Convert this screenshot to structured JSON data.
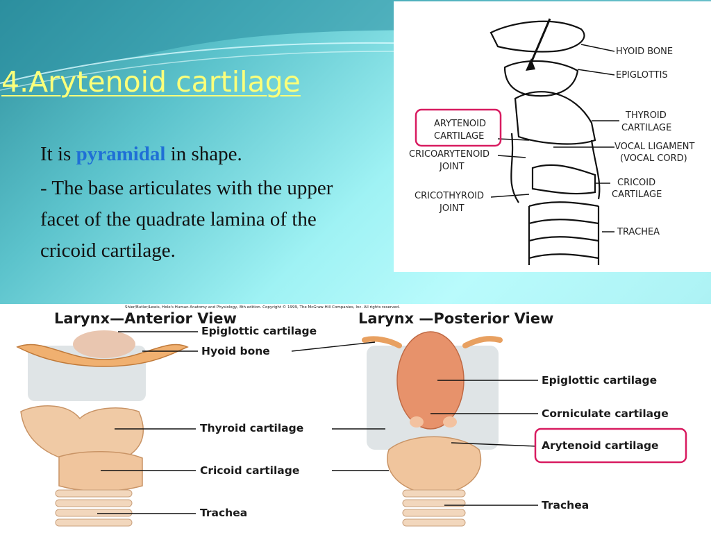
{
  "slide": {
    "title": "4.Arytenoid cartilage",
    "line1_pre": "It is ",
    "line1_highlight": "pyramidal",
    "line1_post": " in shape.",
    "line2": "- The base articulates with the upper facet of the quadrate lamina of the cricoid cartilage.",
    "colors": {
      "title": "#fbff7a",
      "highlight": "#1f6fd6",
      "callout_box": "#d81b60"
    }
  },
  "top_diagram": {
    "labels_right": [
      "HYOID BONE",
      "EPIGLOTTIS",
      "THYROID",
      "CARTILAGE",
      "VOCAL LIGAMENT",
      "(VOCAL CORD)",
      "CRICOID",
      "CARTILAGE",
      "TRACHEA"
    ],
    "labels_left": [
      "ARYTENOID",
      "CARTILAGE",
      "CRICOARYTENOID",
      "JOINT",
      "CRICOTHYROID",
      "JOINT"
    ]
  },
  "bottom_diagram": {
    "credit": "Shier/Butler/Lewis, Hole's Human Anatomy and Physiology, 8th edition. Copyright © 1999, The McGraw-Hill Companies, Inc. All rights reserved.",
    "anterior_title": "Larynx—Anterior View",
    "posterior_title": "Larynx —Posterior View",
    "anterior_labels": [
      "Epiglottic cartilage",
      "Hyoid bone",
      "Thyroid cartilage",
      "Cricoid cartilage",
      "Trachea"
    ],
    "posterior_labels": [
      "Epiglottic cartilage",
      "Corniculate cartilage",
      "Arytenoid cartilage",
      "Trachea"
    ]
  }
}
